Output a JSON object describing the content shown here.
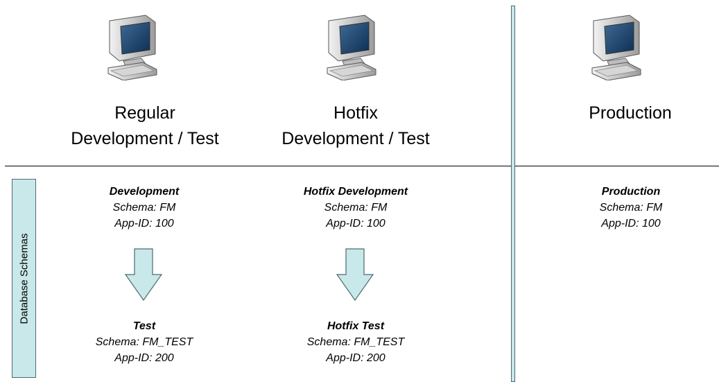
{
  "environments": [
    {
      "icon": "computer-icon",
      "line1": "Regular",
      "line2": "Development / Test"
    },
    {
      "icon": "computer-icon",
      "line1": "Hotfix",
      "line2": "Development / Test"
    },
    {
      "icon": "computer-icon",
      "line1": "Production"
    }
  ],
  "side_label": "Database Schemas",
  "schemas": {
    "regular_dev": {
      "name": "Development",
      "schema": "Schema: FM",
      "app_id": "App-ID: 100"
    },
    "regular_test": {
      "name": "Test",
      "schema": "Schema: FM_TEST",
      "app_id": "App-ID: 200"
    },
    "hotfix_dev": {
      "name": "Hotfix Development",
      "schema": "Schema: FM",
      "app_id": "App-ID: 100"
    },
    "hotfix_test": {
      "name": "Hotfix Test",
      "schema": "Schema: FM_TEST",
      "app_id": "App-ID: 200"
    },
    "production": {
      "name": "Production",
      "schema": "Schema: FM",
      "app_id": "App-ID: 100"
    }
  },
  "colors": {
    "accent_fill": "#c9e8ea",
    "accent_stroke": "#4a6a70",
    "line": "#000000"
  }
}
